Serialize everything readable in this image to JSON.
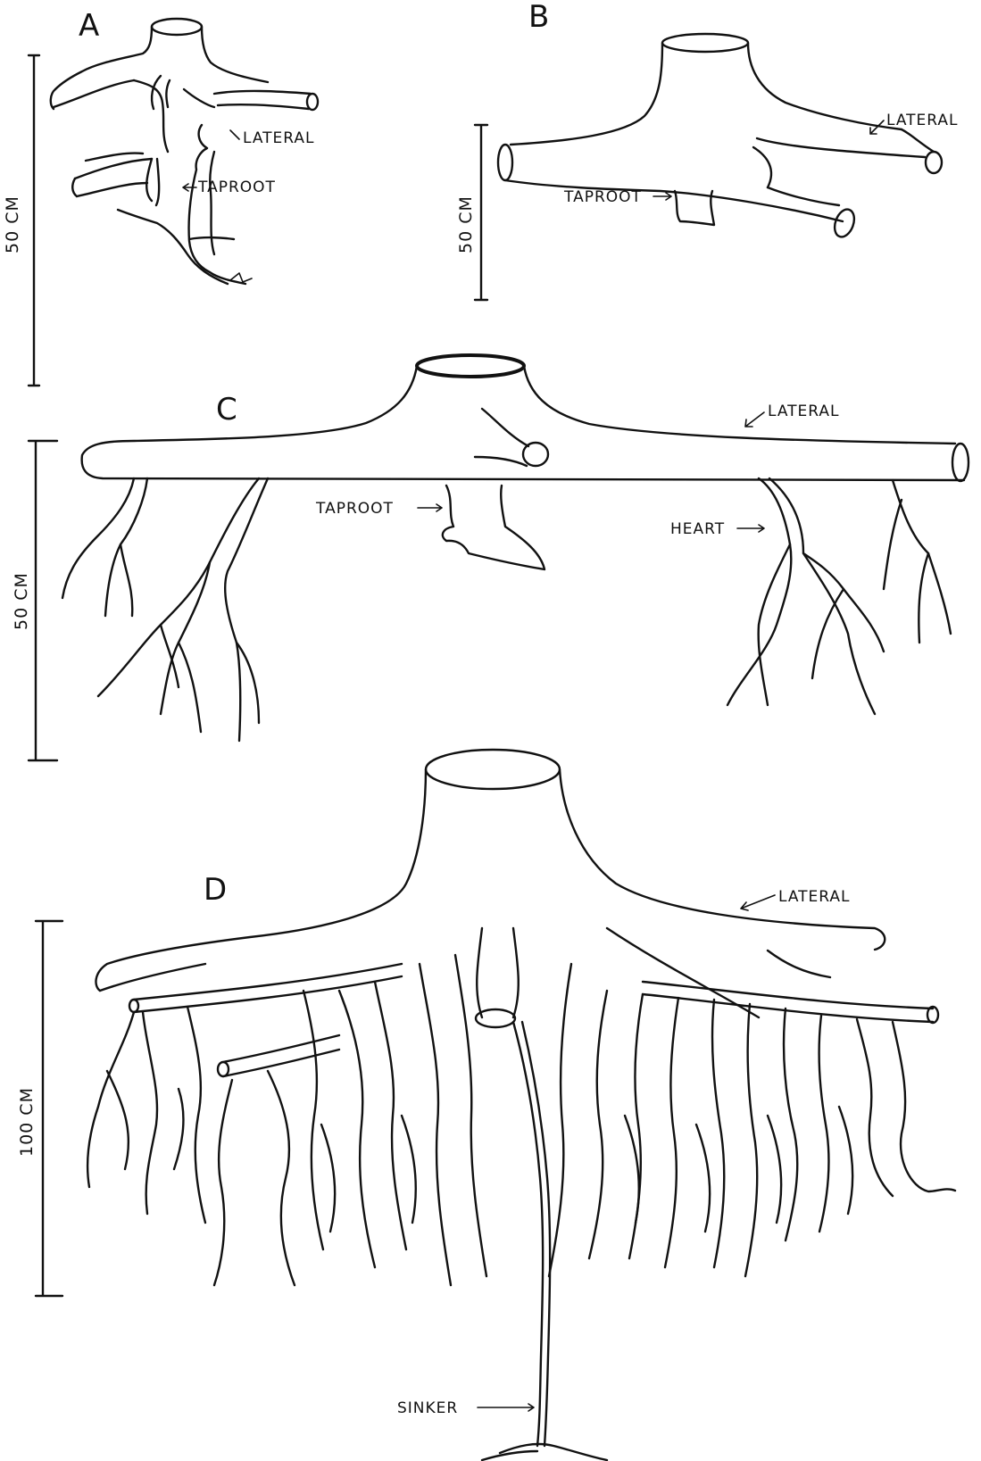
{
  "panels": [
    {
      "letter": "A",
      "scale": "50 CM",
      "labels": {
        "lateral": "LATERAL",
        "taproot": "TAPROOT"
      }
    },
    {
      "letter": "B",
      "scale": "50 CM",
      "labels": {
        "lateral": "LATERAL",
        "taproot": "TAPROOT"
      }
    },
    {
      "letter": "C",
      "scale": "50 CM",
      "labels": {
        "lateral": "LATERAL",
        "taproot": "TAPROOT",
        "heart": "HEART"
      }
    },
    {
      "letter": "D",
      "scale": "100 CM",
      "labels": {
        "lateral": "LATERAL",
        "sinker": "SINKER"
      }
    }
  ]
}
